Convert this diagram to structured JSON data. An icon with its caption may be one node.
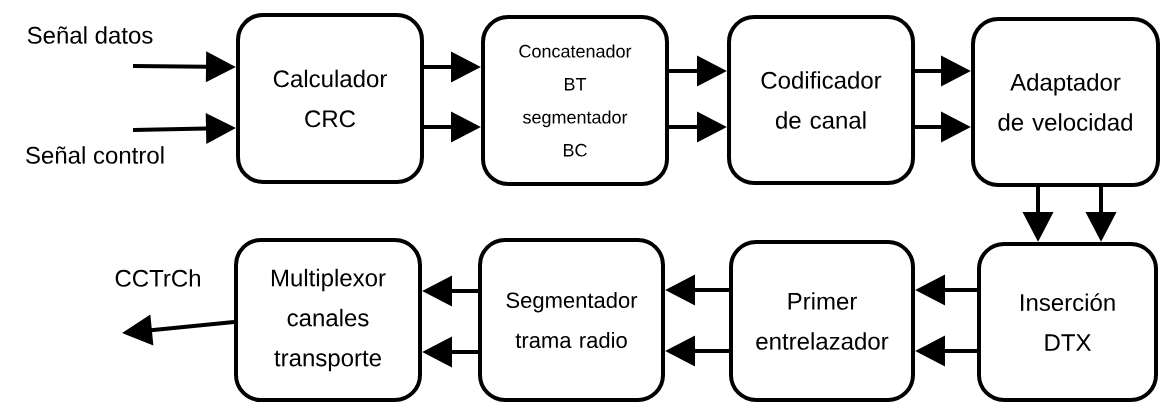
{
  "diagram": {
    "nodes": [
      {
        "text": [
          "Señal datos"
        ]
      },
      {
        "text": [
          "Señal control"
        ]
      },
      {
        "text": [
          "Calculador CRC"
        ]
      },
      {
        "text": [
          "Concatenador BT segmentador BC"
        ]
      },
      {
        "text": [
          "Codificador de canal"
        ]
      },
      {
        "text": [
          "Adaptador de velocidad"
        ]
      },
      {
        "text": [
          "CCTrCh"
        ]
      },
      {
        "text": [
          "Multiplexor canales transporte"
        ]
      },
      {
        "text": [
          "Segmentador trama radio"
        ]
      },
      {
        "text": [
          "Primer entrelazador"
        ]
      },
      {
        "text": [
          "Inserción DTX"
        ]
      }
    ],
    "edges": [
      {
        "from": 0,
        "to": 2,
        "arrow": "to"
      },
      {
        "from": 1,
        "to": 2,
        "arrow": "to"
      },
      {
        "from": 2,
        "to": 3,
        "arrow": "to"
      },
      {
        "from": 2,
        "to": 3,
        "arrow": "to"
      },
      {
        "from": 3,
        "to": 4,
        "arrow": "to"
      },
      {
        "from": 3,
        "to": 4,
        "arrow": "to"
      },
      {
        "from": 4,
        "to": 5,
        "arrow": "to"
      },
      {
        "from": 4,
        "to": 5,
        "arrow": "to"
      },
      {
        "from": 5,
        "to": 10,
        "arrow": "to"
      },
      {
        "from": 5,
        "to": 10,
        "arrow": "to"
      },
      {
        "from": 10,
        "to": 9,
        "arrow": "to"
      },
      {
        "from": 10,
        "to": 9,
        "arrow": "to"
      },
      {
        "from": 9,
        "to": 8,
        "arrow": "to"
      },
      {
        "from": 9,
        "to": 8,
        "arrow": "to"
      },
      {
        "from": 8,
        "to": 7,
        "arrow": "to"
      },
      {
        "from": 8,
        "to": 7,
        "arrow": "to"
      },
      {
        "from": 7,
        "to": 6,
        "arrow": "to"
      }
    ]
  }
}
